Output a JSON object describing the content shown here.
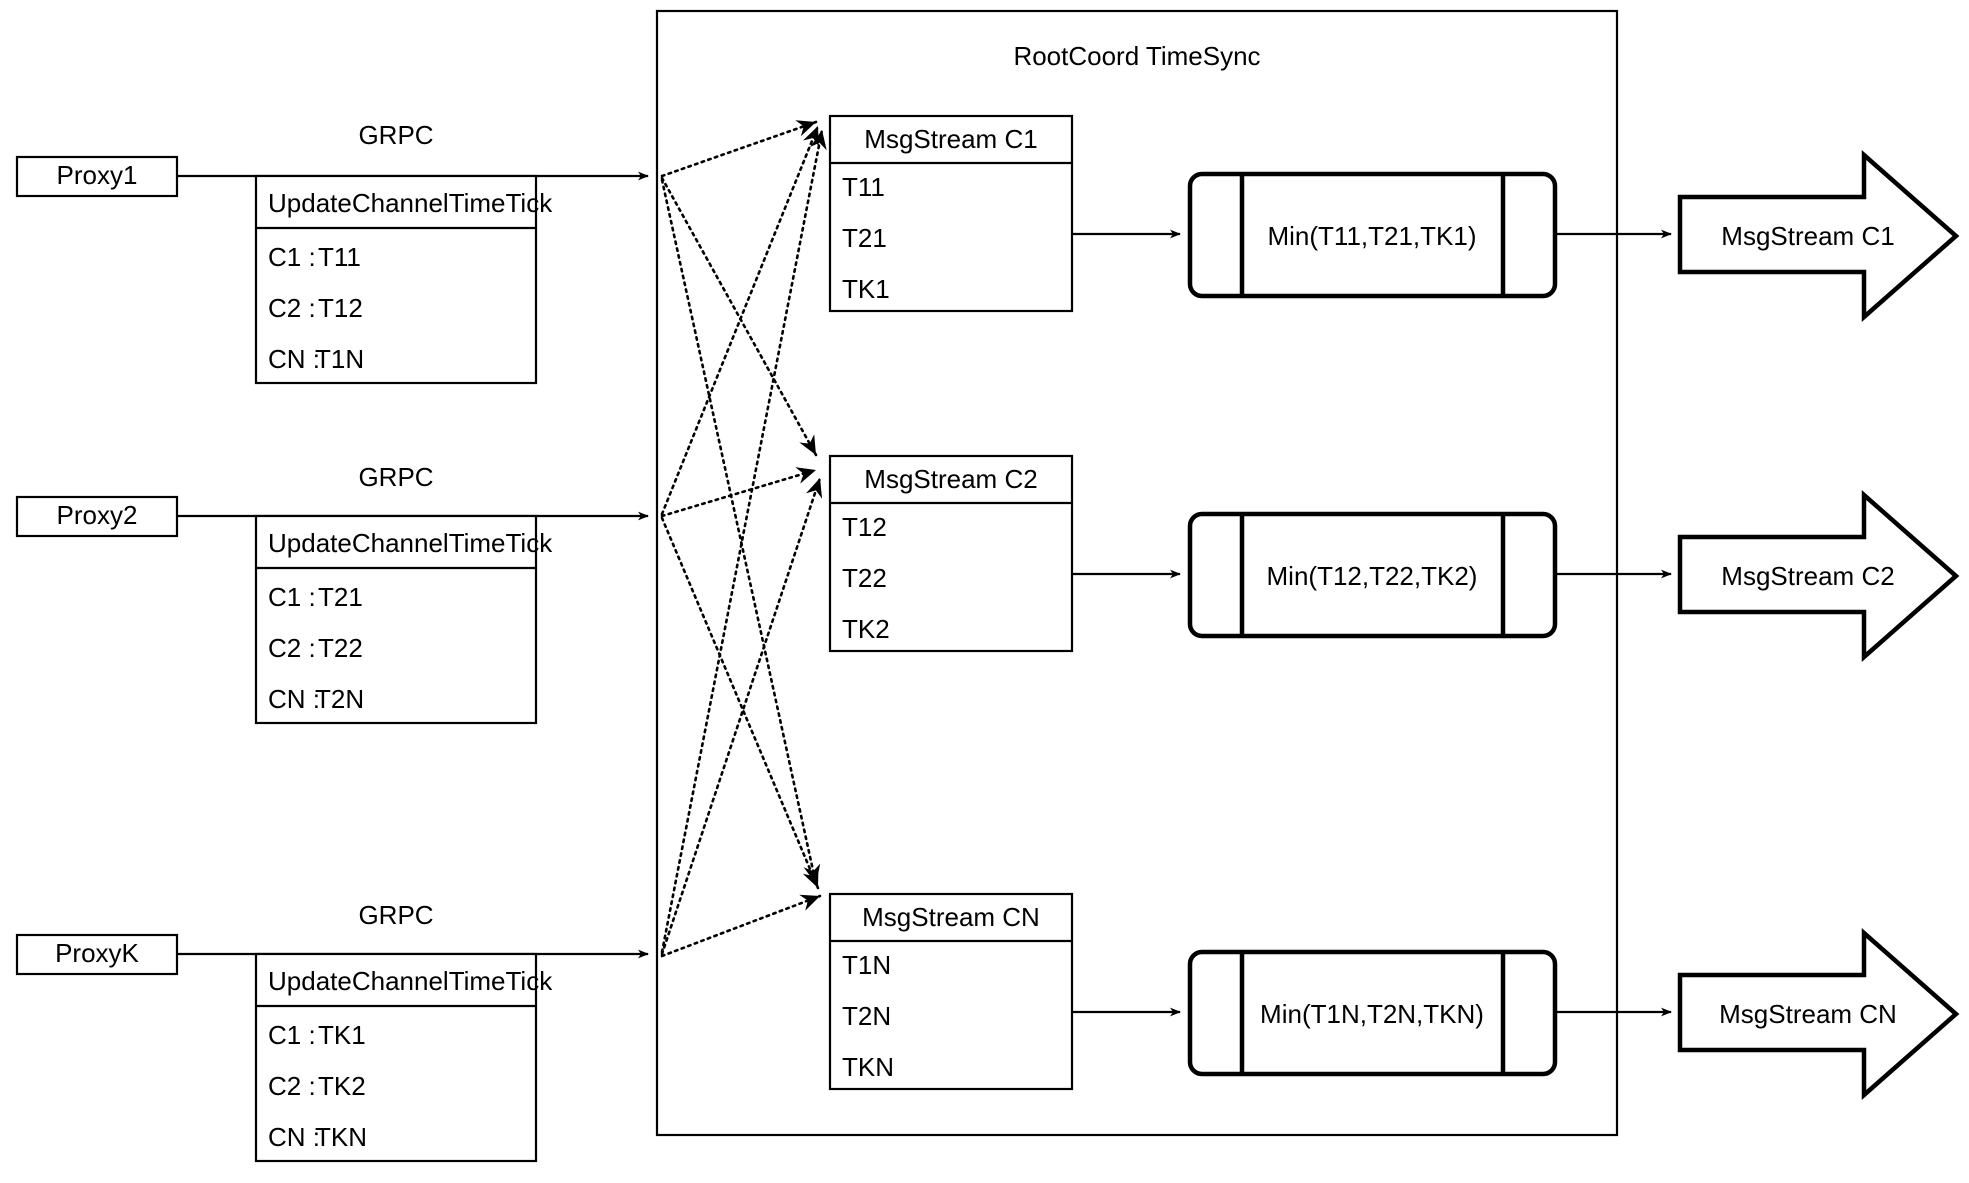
{
  "diagram": {
    "title": "RootCoord TimeSync",
    "protocol_label": "GRPC",
    "rpc_method_label": "UpdateChannelTimeTick",
    "proxies": [
      {
        "name": "Proxy1",
        "protocol": "GRPC",
        "method": "UpdateChannelTimeTick",
        "entries": [
          {
            "channel": "C1 :",
            "tick": "T11"
          },
          {
            "channel": "C2 :",
            "tick": "T12"
          },
          {
            "channel": "CN :",
            "tick": "T1N"
          }
        ]
      },
      {
        "name": "Proxy2",
        "protocol": "GRPC",
        "method": "UpdateChannelTimeTick",
        "entries": [
          {
            "channel": "C1 :",
            "tick": "T21"
          },
          {
            "channel": "C2 :",
            "tick": "T22"
          },
          {
            "channel": "CN :",
            "tick": "T2N"
          }
        ]
      },
      {
        "name": "ProxyK",
        "protocol": "GRPC",
        "method": "UpdateChannelTimeTick",
        "entries": [
          {
            "channel": "C1 :",
            "tick": "TK1"
          },
          {
            "channel": "C2 :",
            "tick": "TK2"
          },
          {
            "channel": "CN :",
            "tick": "TKN"
          }
        ]
      }
    ],
    "channels": [
      {
        "msgstream_title": "MsgStream C1",
        "ticks": [
          "T11",
          "T21",
          "TK1"
        ],
        "min_label": "Min(T11,T21,TK1)",
        "output_label": "MsgStream C1"
      },
      {
        "msgstream_title": "MsgStream C2",
        "ticks": [
          "T12",
          "T22",
          "TK2"
        ],
        "min_label": "Min(T12,T22,TK2)",
        "output_label": "MsgStream C2"
      },
      {
        "msgstream_title": "MsgStream CN",
        "ticks": [
          "T1N",
          "T2N",
          "TKN"
        ],
        "min_label": "Min(T1N,T2N,TKN)",
        "output_label": "MsgStream CN"
      }
    ],
    "colors": {
      "stroke": "#000000",
      "background": "#ffffff"
    }
  }
}
